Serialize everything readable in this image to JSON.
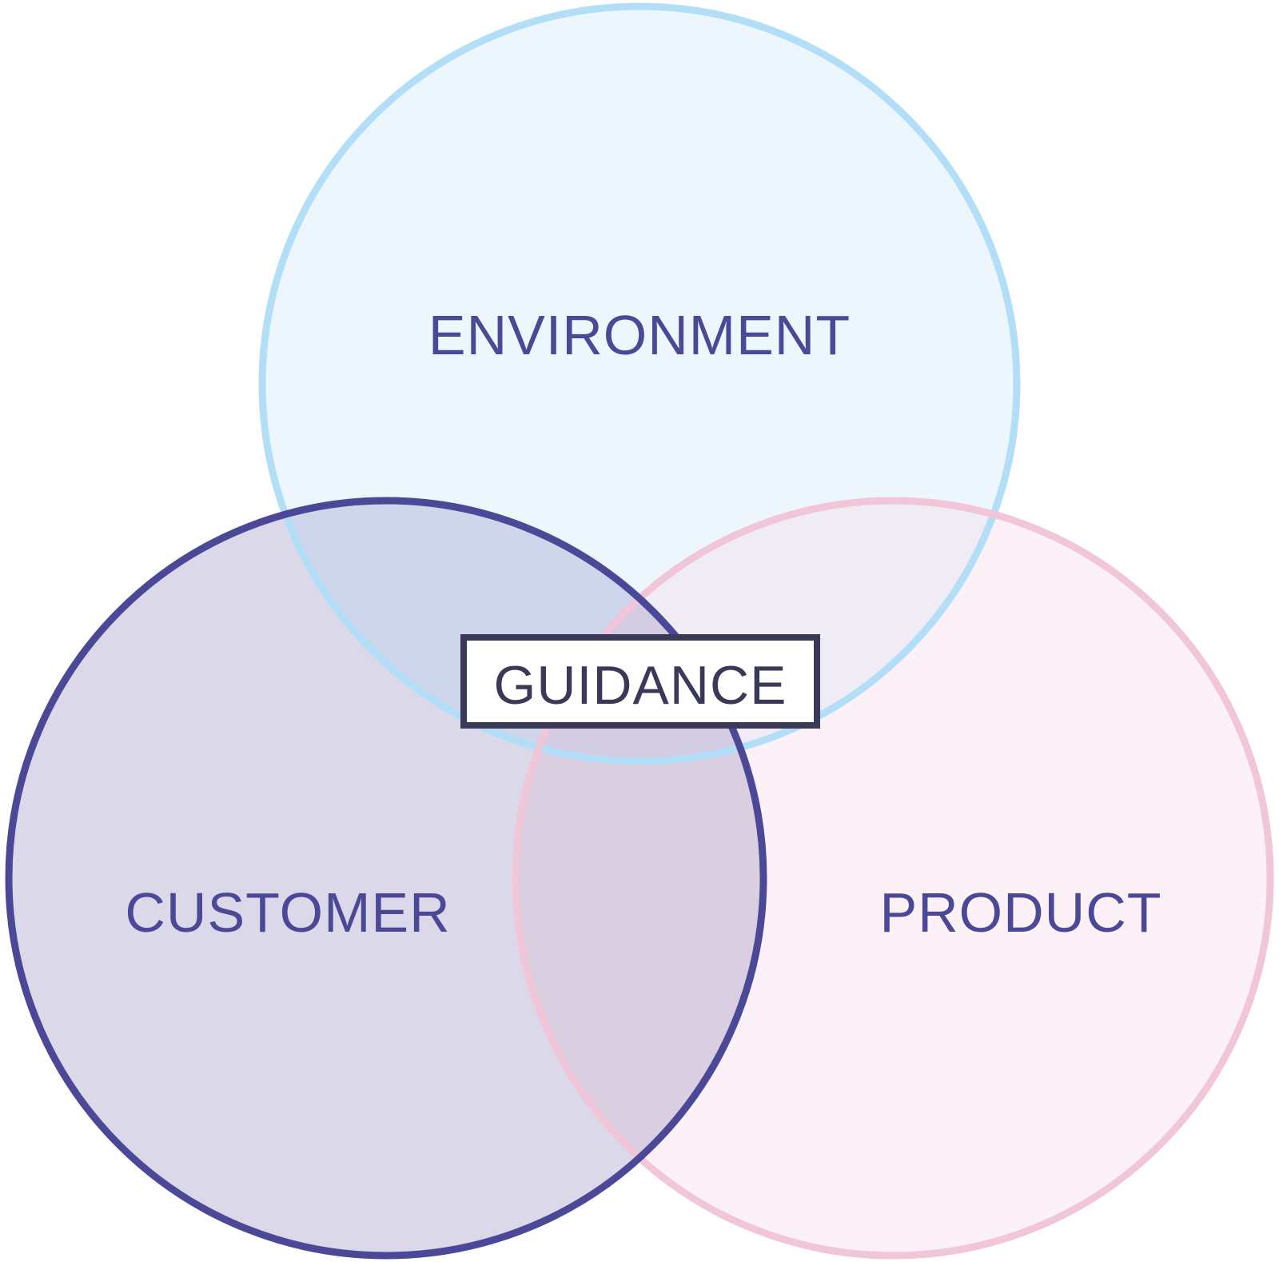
{
  "diagram": {
    "type": "venn",
    "circles": [
      {
        "id": "environment",
        "label": "ENVIRONMENT",
        "fill": "#eef6fd",
        "stroke": "#b3def7"
      },
      {
        "id": "customer",
        "label": "CUSTOMER",
        "fill": "#dbd9e9",
        "stroke": "#4b4897"
      },
      {
        "id": "product",
        "label": "PRODUCT",
        "fill": "#fbf1f6",
        "stroke": "#f0c6d8"
      }
    ],
    "center": {
      "label": "GUIDANCE",
      "text_color": "#3a3a58",
      "border_color": "#3a3a58"
    },
    "label_color": "#4b4897"
  }
}
